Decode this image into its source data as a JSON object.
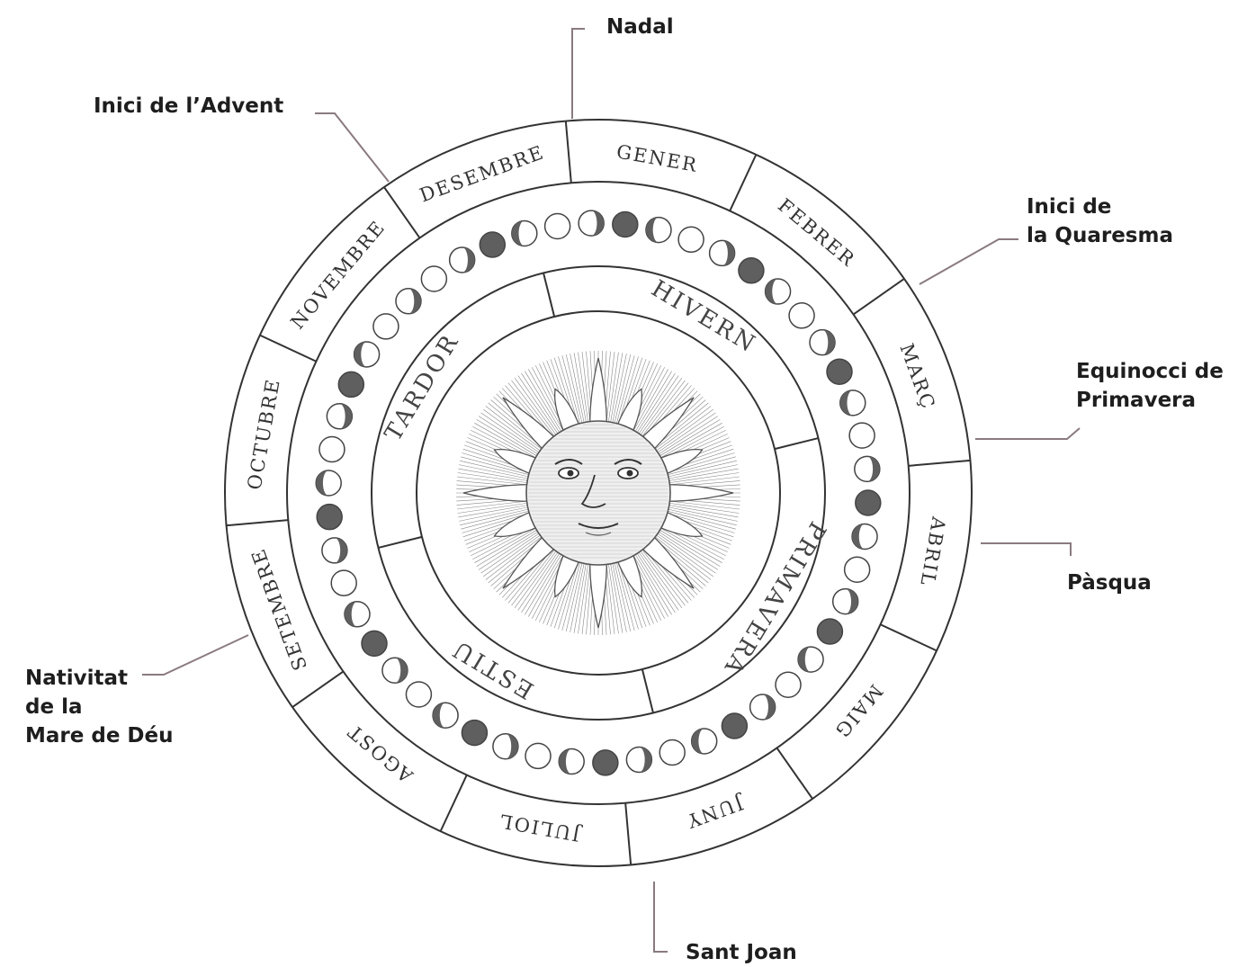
{
  "months": [
    "GENER",
    "FEBRER",
    "MARÇ",
    "ABRIL",
    "MAIG",
    "JUNY",
    "JULIOL",
    "AGOST",
    "SETEMBRE",
    "OCTUBRE",
    "NOVEMBRE",
    "DESEMBRE"
  ],
  "seasons": [
    "HIVERN",
    "PRIMAVERA",
    "ESTIU",
    "TARDOR"
  ],
  "annotations": {
    "nadal": [
      "Nadal"
    ],
    "advent": [
      "Inici de l’Advent"
    ],
    "quaresma": [
      "Inici de",
      "la Quaresma"
    ],
    "equinocci": [
      "Equinocci de",
      "Primavera"
    ],
    "pasqua": [
      "Pàsqua"
    ],
    "nativitat": [
      "Nativitat",
      "de la",
      "Mare de Déu"
    ],
    "sant_joan": [
      "Sant Joan"
    ]
  },
  "moon_phases": [
    "new",
    "waxing",
    "full",
    "waning",
    "new",
    "waxing",
    "full",
    "waning",
    "new",
    "waxing",
    "full",
    "waning",
    "new",
    "waxing",
    "full",
    "waning",
    "new",
    "waxing",
    "full",
    "waning",
    "new",
    "waxing",
    "full",
    "waning",
    "new",
    "waxing",
    "full",
    "waning",
    "new",
    "waxing",
    "full",
    "waning",
    "new",
    "waxing",
    "full",
    "waning",
    "new",
    "waxing",
    "full",
    "waning",
    "new",
    "waxing",
    "full",
    "waning",
    "new",
    "waxing",
    "full",
    "waning",
    "new",
    "waxing"
  ],
  "colors": {
    "ink": "#333333",
    "moon": "#5f5f5f",
    "leader": "#8a7a80",
    "sun": "#555555"
  },
  "icons": {
    "center": "sun-face-icon"
  }
}
